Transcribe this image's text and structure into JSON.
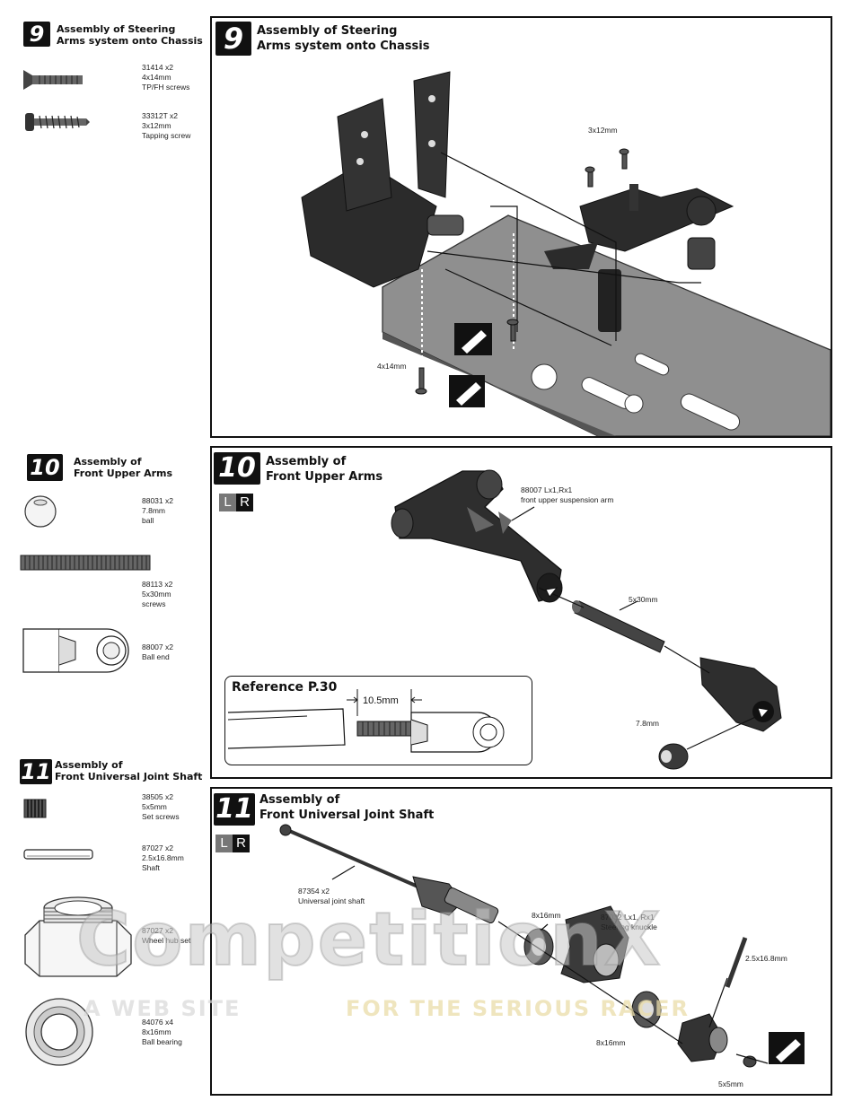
{
  "steps": [
    {
      "number": "9",
      "title": "Assembly of Steering\nArms system onto Chassis",
      "parts": [
        {
          "label": "31414   x2\n4x14mm\nTP/FH screws"
        },
        {
          "label": "33312T   x2\n3x12mm\nTapping screw"
        }
      ],
      "callouts": [
        "3x12mm",
        "4x14mm"
      ]
    },
    {
      "number": "10",
      "title": "Assembly of\nFront Upper Arms",
      "parts": [
        {
          "label": "88031  x2\n7.8mm\nball"
        },
        {
          "label": "88113  x2\n5x30mm\nscrews"
        },
        {
          "label": "88007  x2\nBall end"
        }
      ],
      "callouts": [
        "88007  Lx1,Rx1\nfront upper suspension arm",
        "5x30mm",
        "7.8mm"
      ],
      "reference": {
        "title": "Reference  P.30",
        "dimension": "10.5mm"
      },
      "sides": [
        "L",
        "R"
      ]
    },
    {
      "number": "11",
      "title": "Assembly of\nFront Universal Joint Shaft",
      "parts": [
        {
          "label": "38505  x2\n5x5mm\nSet screws"
        },
        {
          "label": "87027   x2\n2.5x16.8mm\nShaft"
        },
        {
          "label": "87027  x2\nWheel hub set"
        },
        {
          "label": "84076  x4\n8x16mm\nBall bearing"
        }
      ],
      "callouts": [
        "87354  x2\nUniversal joint shaft",
        "8x16mm",
        "87032  Lx1, Rx1\nSteering knuckle",
        "2.5x16.8mm",
        "8x16mm",
        "5x5mm"
      ],
      "sides": [
        "L",
        "R"
      ]
    }
  ],
  "watermark": {
    "main": "CompetitionX",
    "tagline_left": "A WEB SITE",
    "tagline_right": "FOR THE SERIOUS RACER"
  },
  "colors": {
    "ink": "#111111",
    "plate": "#8a8a8a",
    "part": "#2b2b2b",
    "watermark": "#d9d9d9",
    "watermark_gold": "#e9dca8"
  }
}
